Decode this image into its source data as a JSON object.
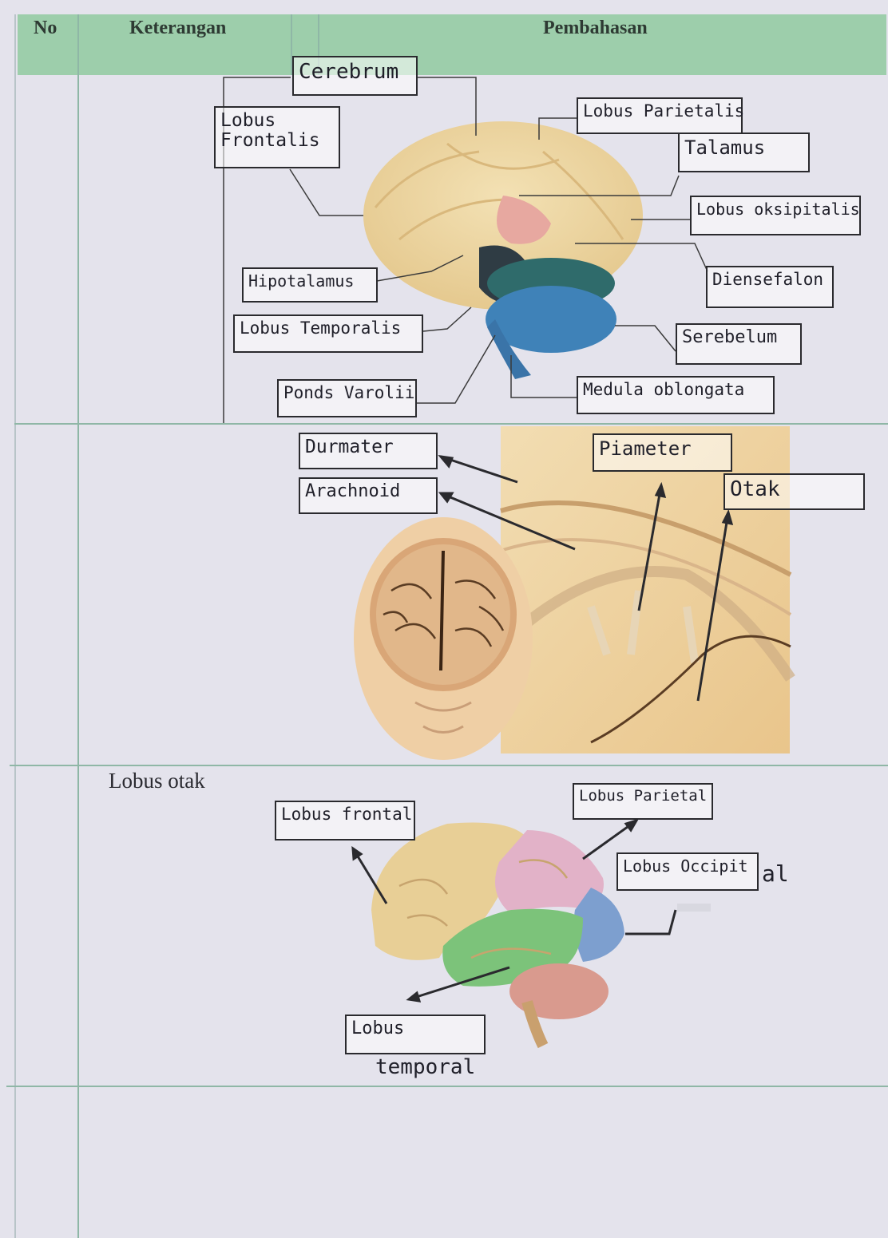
{
  "table": {
    "headers": {
      "no": "No",
      "keterangan": "Keterangan",
      "pembahasan": "Pembahasan"
    }
  },
  "row1": {
    "labels": {
      "cerebrum": "Cerebrum",
      "lobus_frontalis_1": "Lobus",
      "lobus_frontalis_2": "Frontalis",
      "lobus_parietalis": "Lobus Parietalis",
      "talamus": "Talamus",
      "lobus_oksipitalis": "Lobus oksipitalis",
      "hipotalamus": "Hipotalamus",
      "diensefalon": "Diensefalon",
      "lobus_temporalis": "Lobus Temporalis",
      "serebelum": "Serebelum",
      "ponds_varolii": "Ponds Varolii",
      "medula_oblongata": "Medula oblongata"
    }
  },
  "row2": {
    "labels": {
      "durmater": "Durmater",
      "arachnoid": "Arachnoid",
      "piameter": "Piameter",
      "otak": "Otak"
    }
  },
  "row3": {
    "title": "Lobus otak",
    "labels": {
      "lobus_frontal": "Lobus frontal",
      "lobus_parietal": "Lobus Parietal",
      "lobus_occipit": "Lobus Occipit",
      "al_suffix": "al",
      "lobus_temporal_1": "Lobus",
      "lobus_temporal_2": "temporal"
    }
  },
  "colors": {
    "header_bg": "#9dceab",
    "paper": "#e4e3ec",
    "rule_line": "#8fb7a6",
    "frontal": "#e8cf96",
    "parietal": "#e2b2c8",
    "occipital": "#7d9fcf",
    "temporal": "#7cc37a",
    "cerebellum_blue": "#3f82b8"
  }
}
